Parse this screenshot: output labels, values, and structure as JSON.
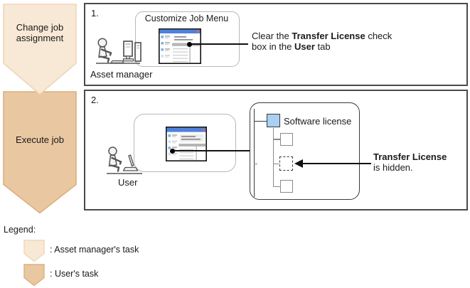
{
  "palette": {
    "asset_manager_task_fill": "#F8E8D6",
    "asset_manager_task_border": "#EFD6B8",
    "user_task_fill": "#E9C7A1",
    "user_task_border": "#DDAF7F",
    "window_titlebar_blue": "#4E82DC",
    "window_close_red": "#E8625A",
    "tree_node_blue": "#A9CFF2"
  },
  "icons": {
    "actor1": "person-at-desktop-icon",
    "actor2": "person-at-laptop-icon",
    "screen": "application-window-icon"
  },
  "step1": {
    "chevron_label": "Change job assignment",
    "number": "1.",
    "callout_title": "Customize Job Menu",
    "actor": "Asset manager",
    "note_pre": "Clear the ",
    "note_bold1": "Transfer License",
    "note_mid": " check box in the ",
    "note_bold2": "User",
    "note_post": " tab"
  },
  "step2": {
    "chevron_label": "Execute job",
    "number": "2.",
    "actor": "User",
    "tree_root_label": "Software license",
    "note_bold": "Transfer License",
    "note_rest": "is hidden."
  },
  "legend": {
    "title": "Legend:",
    "items": [
      {
        "label": ": Asset manager's task"
      },
      {
        "label": ": User's task"
      }
    ]
  }
}
